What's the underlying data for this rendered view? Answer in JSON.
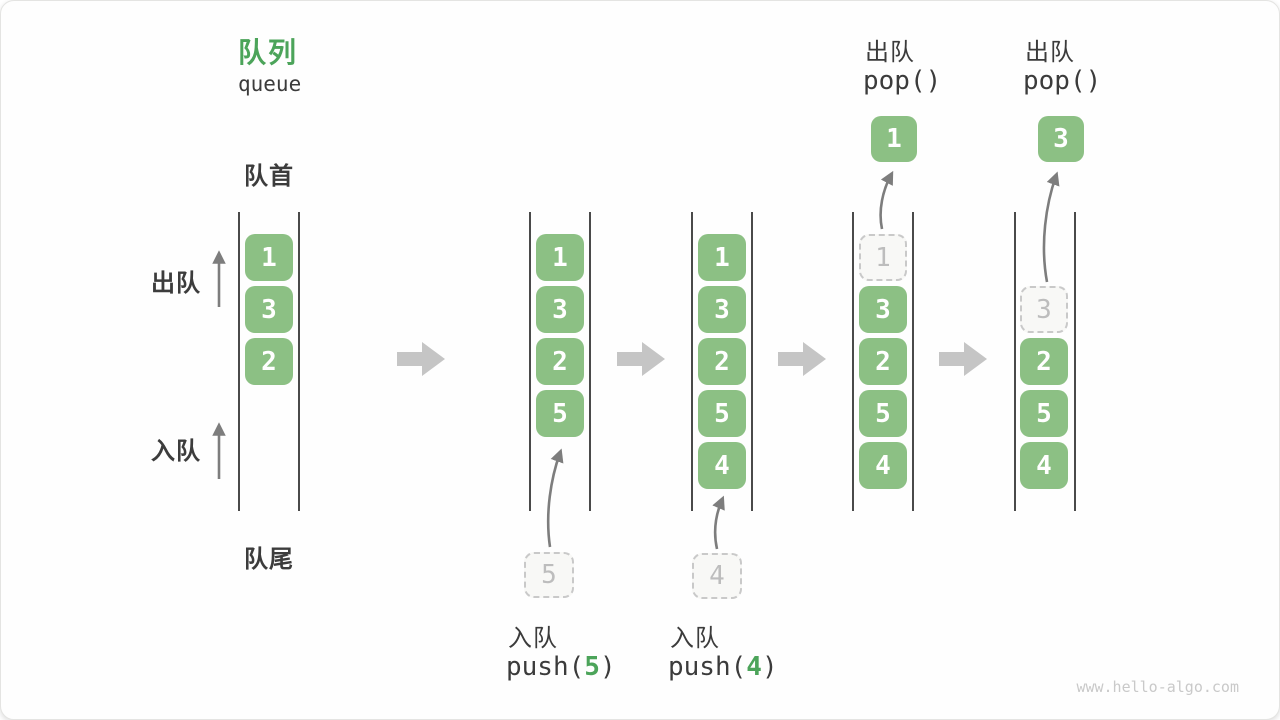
{
  "title": {
    "zh": "队列",
    "en": "queue"
  },
  "side_labels": {
    "front": "队首",
    "dequeue": "出队",
    "enqueue": "入队",
    "rear": "队尾"
  },
  "steps": [
    {
      "slots": [
        {
          "v": "1",
          "state": "solid"
        },
        {
          "v": "3",
          "state": "solid"
        },
        {
          "v": "2",
          "state": "solid"
        }
      ]
    },
    {
      "slots": [
        {
          "v": "1",
          "state": "solid"
        },
        {
          "v": "3",
          "state": "solid"
        },
        {
          "v": "2",
          "state": "solid"
        },
        {
          "v": "5",
          "state": "solid"
        }
      ],
      "staged": {
        "v": "5"
      },
      "op": {
        "label": "入队",
        "code_pre": "push(",
        "arg": "5",
        "code_post": ")"
      }
    },
    {
      "slots": [
        {
          "v": "1",
          "state": "solid"
        },
        {
          "v": "3",
          "state": "solid"
        },
        {
          "v": "2",
          "state": "solid"
        },
        {
          "v": "5",
          "state": "solid"
        },
        {
          "v": "4",
          "state": "solid"
        }
      ],
      "staged": {
        "v": "4"
      },
      "op": {
        "label": "入队",
        "code_pre": "push(",
        "arg": "4",
        "code_post": ")"
      }
    },
    {
      "slots": [
        {
          "v": "1",
          "state": "ghost"
        },
        {
          "v": "3",
          "state": "solid"
        },
        {
          "v": "2",
          "state": "solid"
        },
        {
          "v": "5",
          "state": "solid"
        },
        {
          "v": "4",
          "state": "solid"
        }
      ],
      "popped": {
        "v": "1"
      },
      "op": {
        "label": "出队",
        "code": "pop()"
      }
    },
    {
      "slots": [
        {
          "v": "3",
          "state": "ghost"
        },
        {
          "v": "2",
          "state": "solid"
        },
        {
          "v": "5",
          "state": "solid"
        },
        {
          "v": "4",
          "state": "solid"
        }
      ],
      "popped": {
        "v": "3"
      },
      "op": {
        "label": "出队",
        "code": "pop()"
      }
    }
  ],
  "watermark": "www.hello-algo.com",
  "colors": {
    "accent_green": "#4CA45A",
    "box_green": "#8CC084",
    "text_dark": "#3B3B3B",
    "ghost_gray": "#BDBDBD",
    "rail_gray": "#4A4A4A",
    "flow_arrow_gray": "#C5C5C5",
    "thin_arrow_gray": "#7D7D7D"
  }
}
